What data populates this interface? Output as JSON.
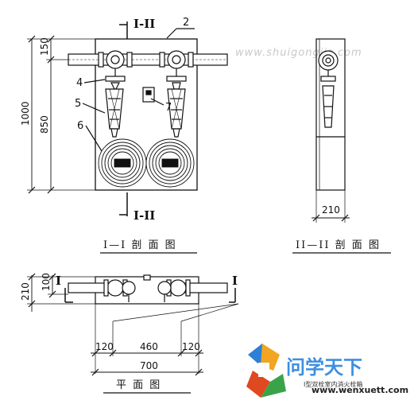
{
  "watermark": {
    "text": "www.shuigongjis.com"
  },
  "front_view": {
    "section_mark_top": "I-II",
    "section_mark_bottom": "I-II",
    "dims": {
      "top": "150",
      "overall": "1000",
      "lower": "850"
    },
    "callouts": {
      "c2": "2",
      "c4": "4",
      "c5": "5",
      "c6": "6",
      "c7": "7"
    },
    "caption": "I—I 剖 面 图"
  },
  "side_view": {
    "dims": {
      "width": "210"
    },
    "caption": "II—II 剖 面 图"
  },
  "plan_view": {
    "dims": {
      "depth_total": "210",
      "depth_inner": "100",
      "left": "120",
      "middle": "460",
      "right": "120",
      "overall": "700"
    },
    "section_marks": {
      "left": "I",
      "right": "I"
    },
    "caption": "平 面 图",
    "note": "Ⅰ型双栓室内消火栓箱"
  },
  "logo": {
    "text": "问学天下",
    "url": "www.wenxuett.com",
    "icon": "pd-logo-icon"
  }
}
